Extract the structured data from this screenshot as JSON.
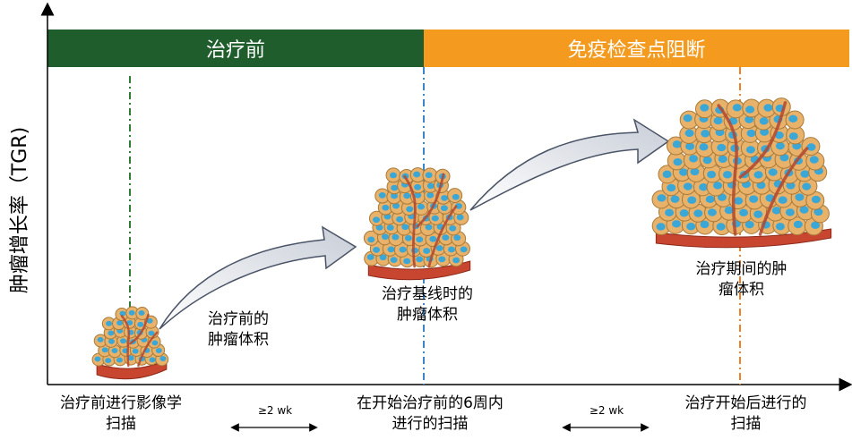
{
  "phases": {
    "pre": {
      "label": "治疗前",
      "color": "#1f5d2c"
    },
    "ici": {
      "label": "免疫检查点阻断",
      "color": "#f39a1f"
    }
  },
  "y_axis_label": "肿瘤增长率（TGR)",
  "tumor_labels": {
    "pre": [
      "治疗前的",
      "肿瘤体积"
    ],
    "baseline": [
      "治疗基线时的",
      "肿瘤体积"
    ],
    "during": [
      "治疗期间的肿",
      "瘤体积"
    ]
  },
  "timeline_labels": {
    "pre_scan": [
      "治疗前进行影像学",
      "扫描"
    ],
    "baseline_scan": [
      "在开始治疗前的6周内",
      "进行的扫描"
    ],
    "post_scan": [
      "治疗开始后进行的",
      "扫描"
    ]
  },
  "intervals": [
    "≥2 wk",
    "≥2 wk"
  ],
  "colors": {
    "tumor_cell": "#e8b26a",
    "tumor_nucleus": "#3ba7d6",
    "vessel": "#c8462f",
    "pre_line": "#2e7d32",
    "baseline_line": "#3a86c8",
    "during_line": "#f07f2a"
  }
}
